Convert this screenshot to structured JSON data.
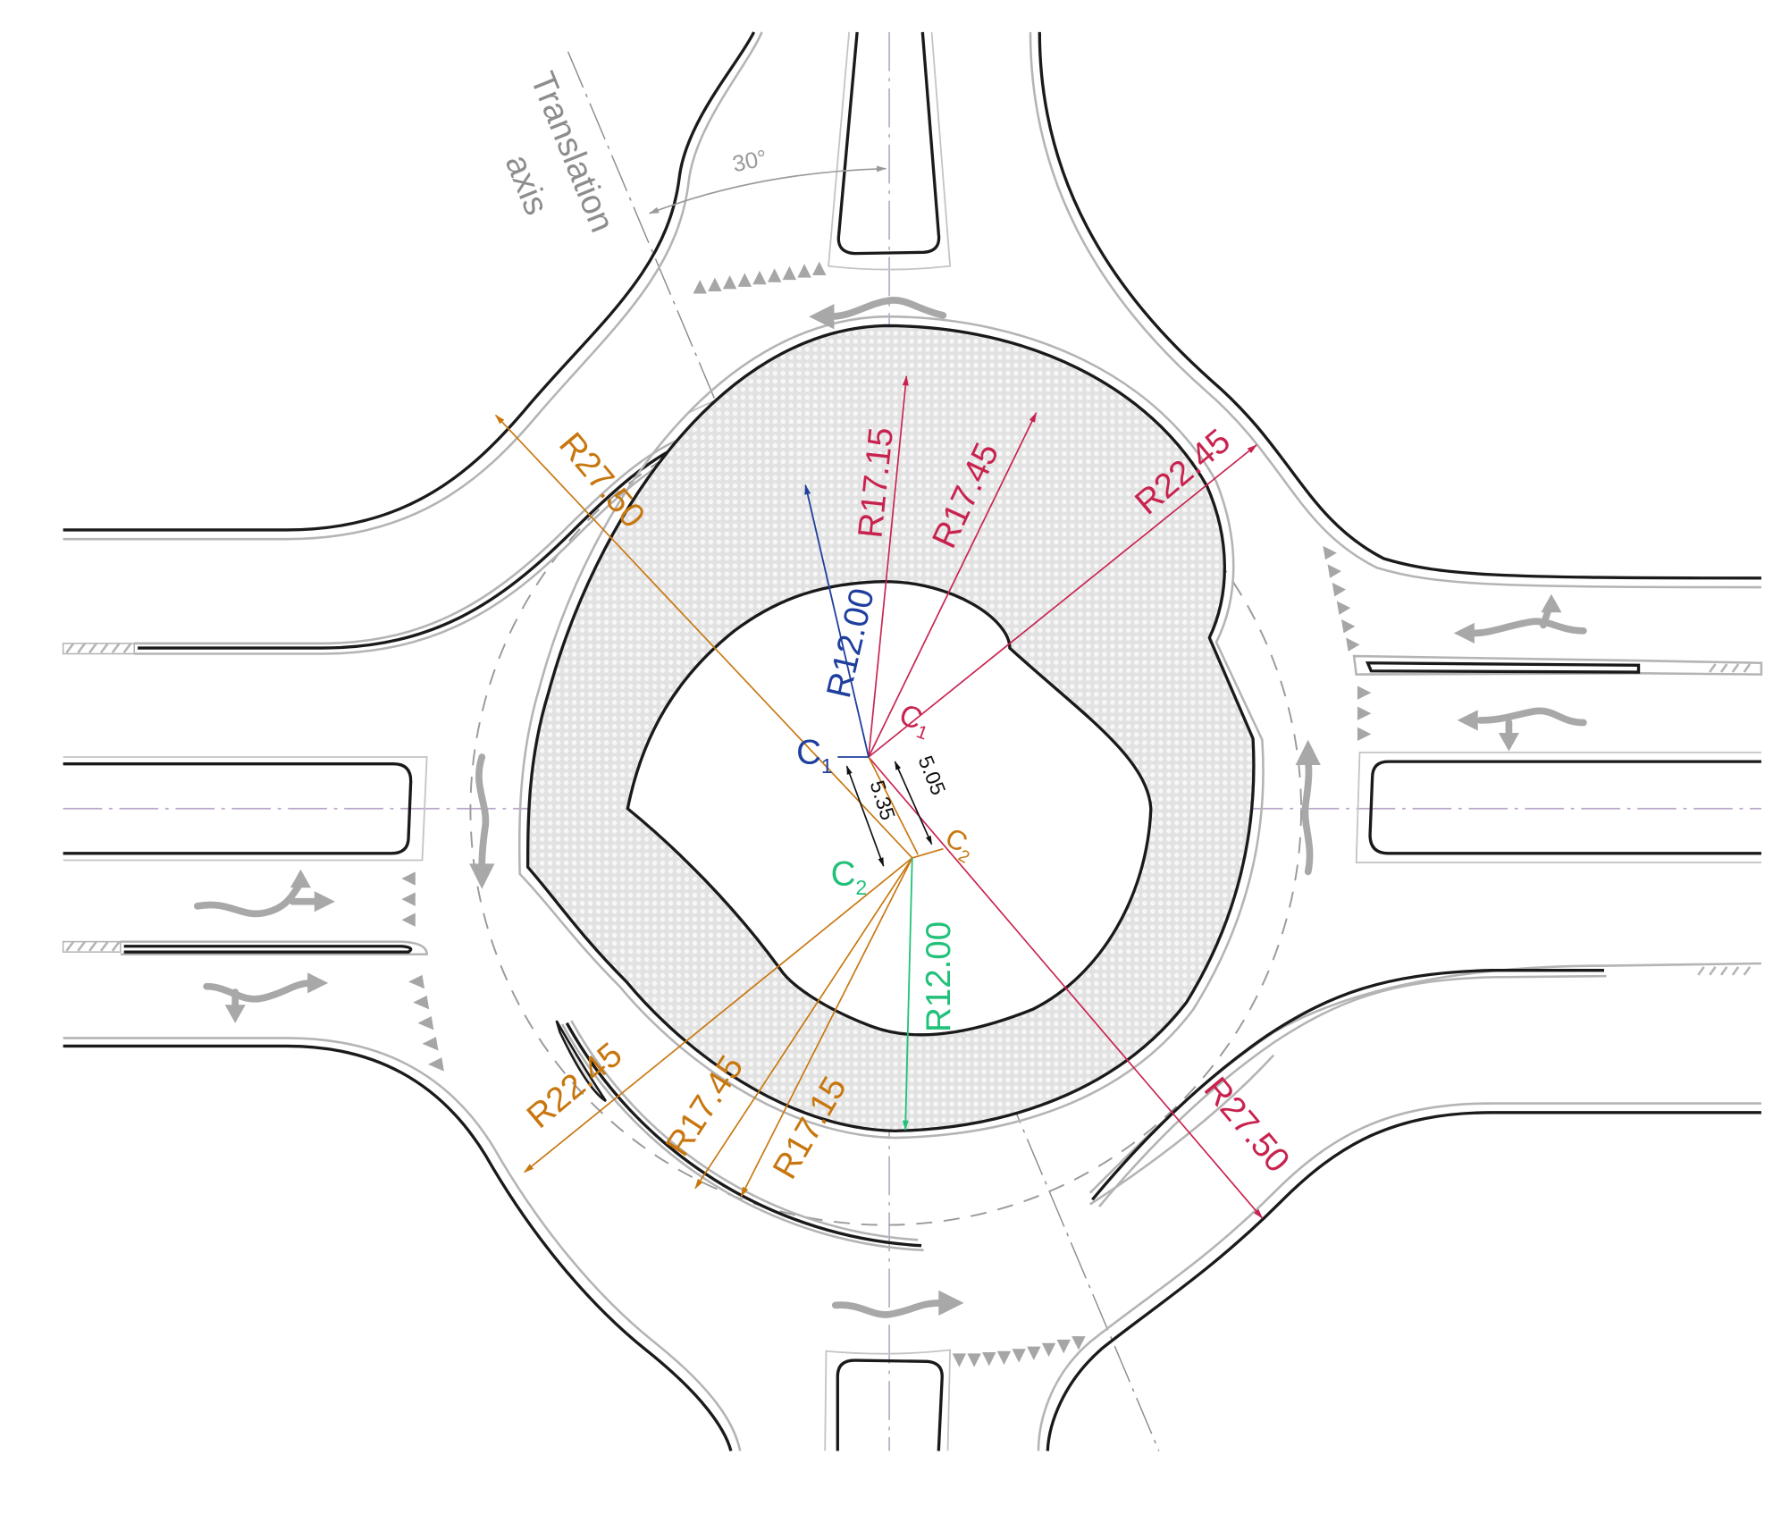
{
  "figure": {
    "type": "roundabout geometric design drawing",
    "colors": {
      "crimson": "#c8234f",
      "orange": "#c8770f",
      "blue": "#1f3f9e",
      "green": "#21c17a",
      "black_dim": "#111111",
      "grey_annotation": "#8d8d8d",
      "axis_purple": "#b9a9c9",
      "island_fill": "#e6e6e6"
    },
    "annotations": {
      "translation_axis_line1": "Translation",
      "translation_axis_line2": "axis",
      "angle": "30°"
    },
    "centers": {
      "c1_blue": "C",
      "c1_blue_sub": "1",
      "c1_crimson": "C",
      "c1_crimson_sub": "1",
      "c2_green": "C",
      "c2_green_sub": "2",
      "c2_orange": "C",
      "c2_orange_sub": "2"
    },
    "offsets": {
      "c1_to_c2_black_left": "5.35",
      "c1_to_c2_black_right": "5.05"
    },
    "radii_crimson": {
      "r1": "R17.15",
      "r2": "R17.45",
      "r3": "R22.45",
      "r4": "R27.50"
    },
    "radii_orange": {
      "r1": "R27.50",
      "r2": "R22.45",
      "r3": "R17.45",
      "r4": "R17.15"
    },
    "radii_blue": {
      "r1": "R12.00"
    },
    "radii_green": {
      "r1": "R12.00"
    }
  }
}
